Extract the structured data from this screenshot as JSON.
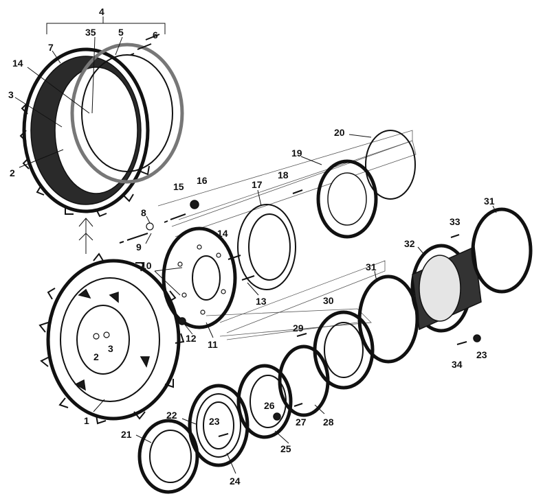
{
  "labels": {
    "l1": "1",
    "l2a": "2",
    "l2b": "2",
    "l3a": "3",
    "l3b": "3",
    "l4": "4",
    "l5": "5",
    "l6": "6",
    "l7": "7",
    "l8": "8",
    "l9": "9",
    "l10": "10",
    "l11": "11",
    "l12": "12",
    "l13": "13",
    "l14a": "14",
    "l14b": "14",
    "l15": "15",
    "l16": "16",
    "l17": "17",
    "l18": "18",
    "l19": "19",
    "l20": "20",
    "l21": "21",
    "l22": "22",
    "l23a": "23",
    "l23b": "23",
    "l24": "24",
    "l25": "25",
    "l26": "26",
    "l27": "27",
    "l28": "28",
    "l29": "29",
    "l30": "30",
    "l31a": "31",
    "l31b": "31",
    "l32": "32",
    "l33": "33",
    "l34": "34",
    "l35": "35"
  },
  "colors": {
    "ink": "#111111",
    "background": "#ffffff"
  }
}
